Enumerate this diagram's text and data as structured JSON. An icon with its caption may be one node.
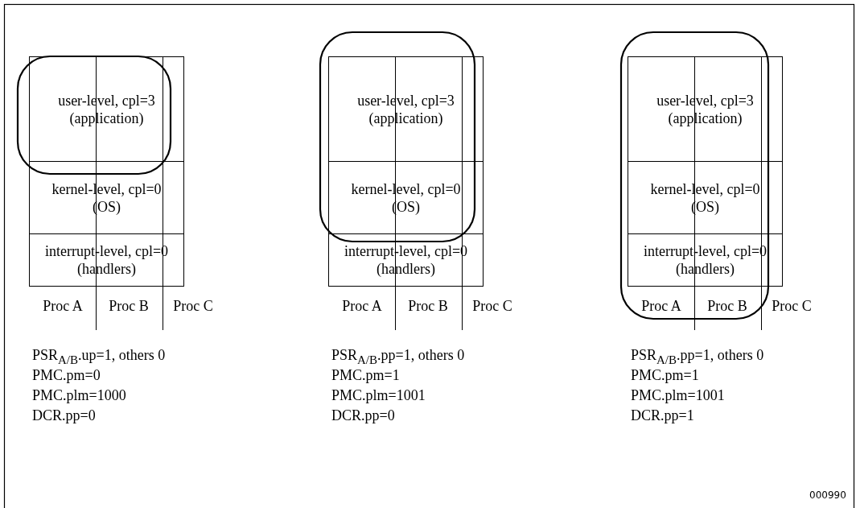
{
  "diagram": {
    "nodes": [
      {
        "text": [
          "user-level, cpl=3 (application)"
        ]
      },
      {
        "text": [
          "kernel-level, cpl=0 (OS)"
        ]
      },
      {
        "text": [
          "interrupt-level, cpl=0 (handlers)"
        ]
      },
      {
        "text": [
          "user-level, cpl=3 (application)"
        ]
      },
      {
        "text": [
          "kernel-level, cpl=0 (OS)"
        ]
      },
      {
        "text": [
          "interrupt-level, cpl=0 (handlers)"
        ]
      },
      {
        "text": [
          "user-level, cpl=3 (application)"
        ]
      },
      {
        "text": [
          "kernel-level, cpl=0 (OS)"
        ]
      },
      {
        "text": [
          "interrupt-level, cpl=0 (handlers)"
        ]
      }
    ],
    "edges": [],
    "labels": [
      "Proc A",
      "Proc B",
      "Proc C",
      "Proc A",
      "Proc B",
      "Proc C",
      "Proc A",
      "Proc B",
      "Proc C",
      "PSR$_{A/B}$.up=1, others 0",
      "PSR$_{A/B}$.pp=1, others 0",
      "PSR$_{A/B}$.pp=1, others 0",
      "PMC.pm=0",
      "PMC.pm=1",
      "PMC.pm=1",
      "PMC.plm=1000",
      "PMC.plm=1001",
      "PMC.plm=1001",
      "DCR.pp=0",
      "DCR.pp=0",
      "DCR.pp=1",
      "000990"
    ]
  }
}
